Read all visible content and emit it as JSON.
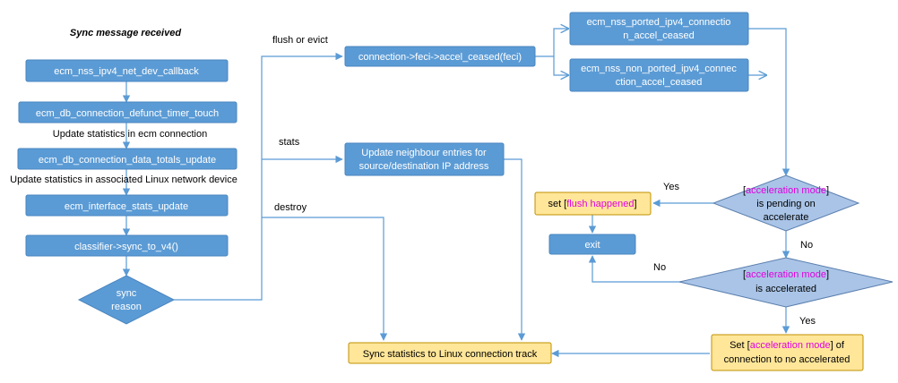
{
  "title": "Sync message received",
  "nodes": {
    "n1": "ecm_nss_ipv4_net_dev_callback",
    "n2": "ecm_db_connection_defunct_timer_touch",
    "n3": "ecm_db_connection_data_totals_update",
    "n4": "ecm_interface_stats_update",
    "n5": "classifier->sync_to_v4()",
    "sync_reason": [
      "sync",
      "reason"
    ],
    "accel_ceased": "connection->feci->accel_ceased(feci)",
    "ported": [
      "ecm_nss_ported_ipv4_connectio",
      "n_accel_ceased"
    ],
    "non_ported": [
      "ecm_nss_non_ported_ipv4_connec",
      "ction_accel_ceased"
    ],
    "neighbour": [
      "Update neighbour entries for",
      "source/destination IP address"
    ],
    "sync_stats": "Sync statistics to Linux connection track",
    "flush_happened": {
      "pre": "set [",
      "hl": "flush happened",
      "post": "]"
    },
    "exit": "exit",
    "d1": {
      "pre": "[",
      "hl": "acceleration mode",
      "post": "]",
      "l2": "is pending on",
      "l3": "accelerate"
    },
    "d2": {
      "pre": "[",
      "hl": "acceleration mode",
      "post": "]",
      "l2": "is accelerated"
    },
    "set_no_accel": {
      "pre": "Set [",
      "hl": "acceleration mode",
      "post": "] of",
      "l2": "connection to no accelerated"
    }
  },
  "notes": {
    "update_ecm": "Update statistics in ecm connection",
    "update_linux": "Update statistics in associated Linux network device"
  },
  "edge_labels": {
    "flush": "flush or evict",
    "stats": "stats",
    "destroy": "destroy",
    "yes1": "Yes",
    "no1": "No",
    "no2": "No",
    "yes2": "Yes"
  },
  "colors": {
    "box_blue": "#5b9bd5",
    "box_yellow": "#ffe699",
    "diamond": "#a9c4e7",
    "highlight": "#e000e0"
  }
}
